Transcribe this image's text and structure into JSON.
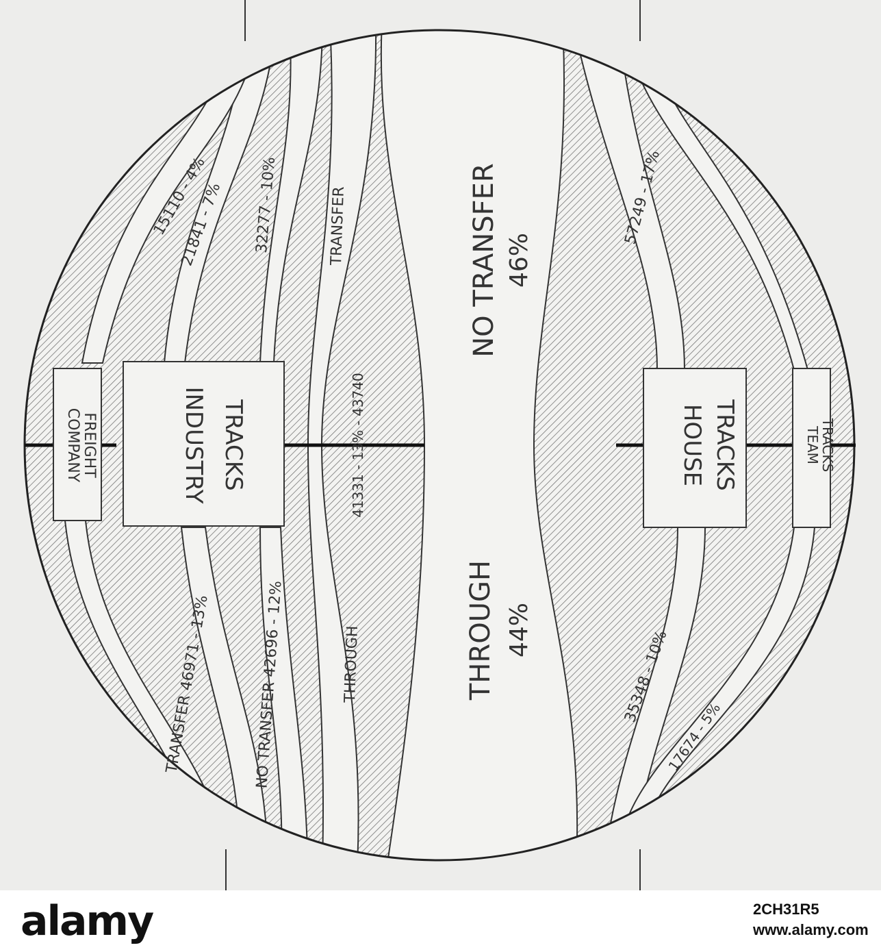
{
  "diagram": {
    "top_through": "THROUGH",
    "top_percent": "44%",
    "no_transfer_main": "NO TRANSFER",
    "no_transfer_pct": "46%",
    "company_freight": [
      "COMPANY",
      "FREIGHT"
    ],
    "industry_tracks": [
      "INDUSTRY",
      "TRACKS"
    ],
    "house_tracks": [
      "HOUSE",
      "TRACKS"
    ],
    "team_tracks": [
      "TEAM",
      "TRACKS"
    ],
    "left_labels": {
      "company": "15110 - 4%",
      "industry_in": "21841 - 7%",
      "transfer_in": "32277 - 10%",
      "transfer_label": "TRANSFER",
      "through_mix": "41331 - 13% - 43740",
      "transfer_out": "TRANSFER 46971 - 13%",
      "no_transfer_out": "NO TRANSFER 42696 - 12%",
      "through_out": "THROUGH"
    },
    "right_labels": {
      "house_in": "57249 - 17%",
      "house_out": "35348 - 10%",
      "team_out": "17674 - 5%"
    }
  },
  "watermark": {
    "logo": "alamy",
    "image_id": "2CH31R5",
    "url": "www.alamy.com"
  }
}
